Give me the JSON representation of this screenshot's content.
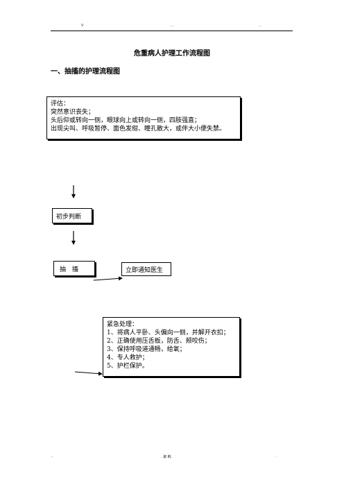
{
  "header": {
    "left": "V",
    "middle": "..  .",
    "right": ".."
  },
  "title": "危重病人护理工作流程图",
  "section_title": "一、抽搐的护理流程图",
  "assessment": {
    "lines": [
      "评估：",
      "突然意识丧失；",
      "头后仰或转向一侧，眼球向上或转向一侧，四肢强直；",
      "出现尖叫、呼吸暂停、面色发绀、瞳孔散大，或伴大小便失禁。"
    ]
  },
  "initial_judgment": "初步判断",
  "seizure": "抽　搐",
  "notify_doctor": "立即通知医生",
  "emergency": {
    "lines": [
      "紧急处理：",
      "1、将病人平卧、头偏向一侧，并解开衣扣；",
      "2、正确使用压舌板，防舌、颊咬伤；",
      "3、保持呼吸道通畅，给氧；",
      "4、专人救护；",
      "5、护栏保护。"
    ]
  },
  "footer": {
    "left": "..",
    "middle": ". 资 料.",
    "right": "."
  }
}
